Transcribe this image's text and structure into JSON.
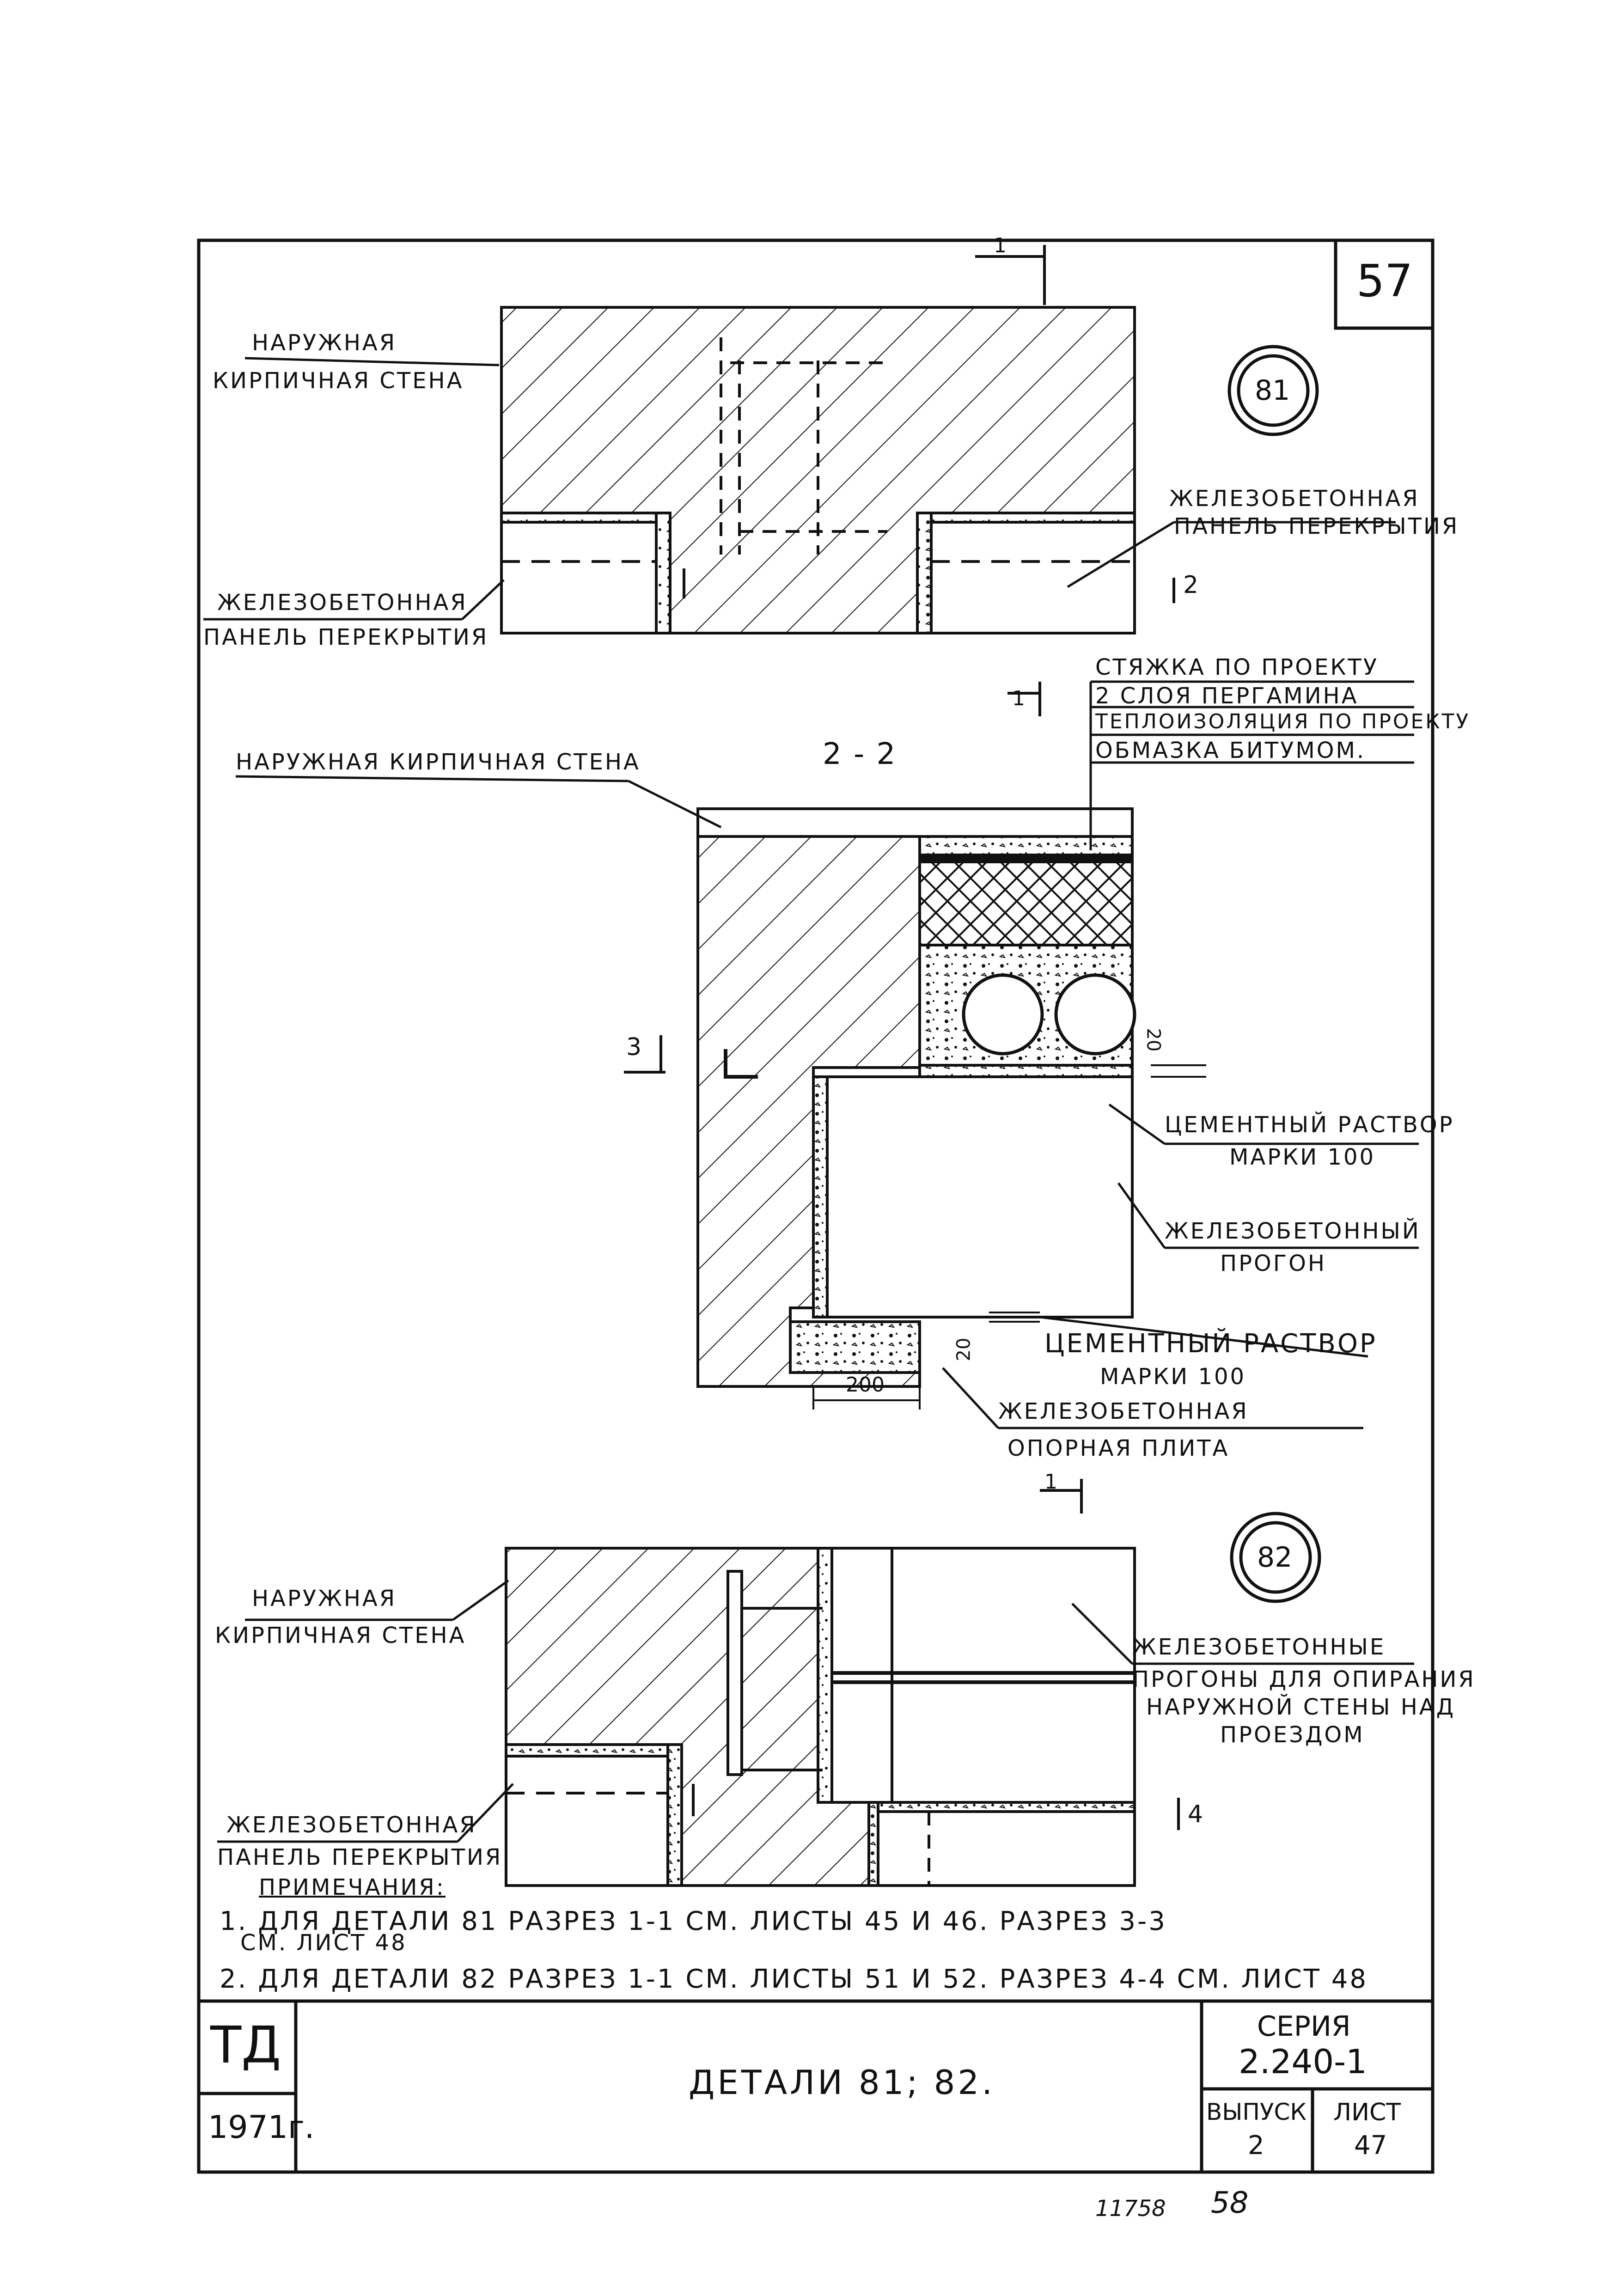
{
  "sheet_number": "57",
  "details": {
    "d81": "81",
    "d82": "82"
  },
  "labels": {
    "outer_brick_wall_a": "НАРУЖНАЯ",
    "outer_brick_wall_b": "КИРПИЧНАЯ СТЕНА",
    "rc_floor_panel_a": "ЖЕЛЕЗОБЕТОННАЯ",
    "rc_floor_panel_b": "ПАНЕЛЬ ПЕРЕКРЫТИЯ",
    "rc_floor_panel_c": "ЖЕЛЕЗОБЕТОННАЯ",
    "rc_floor_panel_d": "ПАНЕЛЬ ПЕРЕКРЫТИЯ",
    "section_2_2": "2 - 2",
    "outer_brick_wall_full": "НАРУЖНАЯ КИРПИЧНАЯ СТЕНА",
    "screed": "СТЯЖКА ПО ПРОЕКТУ",
    "pergamin": "2 СЛОЯ ПЕРГАМИНА",
    "insulation": "ТЕПЛОИЗОЛЯЦИЯ ПО ПРОЕКТУ",
    "bitumen": "ОБМАЗКА БИТУМОМ.",
    "mortar_a": "ЦЕМЕНТНЫЙ РАСТВОР",
    "mortar_b": "МАРКИ 100",
    "rc_purlin_a": "ЖЕЛЕЗОБЕТОННЫЙ",
    "rc_purlin_b": "ПРОГОН",
    "mortar2_a": "ЦЕМЕНТНЫЙ РАСТВОР",
    "mortar2_b": "МАРКИ 100",
    "support_plate_a": "ЖЕЛЕЗОБЕТОННАЯ",
    "support_plate_b": "ОПОРНАЯ ПЛИТА",
    "wall82_a": "НАРУЖНАЯ",
    "wall82_b": "КИРПИЧНАЯ СТЕНА",
    "purlins82_a": "ЖЕЛЕЗОБЕТОННЫЕ",
    "purlins82_b": "ПРОГОНЫ ДЛЯ ОПИРАНИЯ",
    "purlins82_c": "НАРУЖНОЙ СТЕНЫ НАД",
    "purlins82_d": "ПРОЕЗДОМ",
    "panel82_a": "ЖЕЛЕЗОБЕТОННАЯ",
    "panel82_b": "ПАНЕЛЬ ПЕРЕКРЫТИЯ"
  },
  "dimensions": {
    "d20a": "20",
    "d20b": "20",
    "d200": "200"
  },
  "section_marks": {
    "s1": "1",
    "s2": "2",
    "s3": "3",
    "s4": "4"
  },
  "notes": {
    "heading": "ПРИМЕЧАНИЯ:",
    "note1_a": "1. ДЛЯ ДЕТАЛИ 81 РАЗРЕЗ 1-1 СМ. ЛИСТЫ 45 И 46.  РАЗРЕЗ 3-3",
    "note1_b": "СМ.  ЛИСТ  48",
    "note2": "2. ДЛЯ ДЕТАЛИ 82 РАЗРЕЗ 1-1 СМ. ЛИСТЫ 51 И 52. РАЗРЕЗ 4-4  СМ. ЛИСТ 48"
  },
  "title_block": {
    "org": "ТД",
    "year": "1971г.",
    "title": "ДЕТАЛИ  81; 82.",
    "series_label": "СЕРИЯ",
    "series_value": "2.240-1",
    "issue_label": "ВЫПУСК",
    "issue_value": "2",
    "sheet_label": "ЛИСТ",
    "sheet_value": "47"
  },
  "footer": {
    "inventory": "11758",
    "page": "58"
  }
}
